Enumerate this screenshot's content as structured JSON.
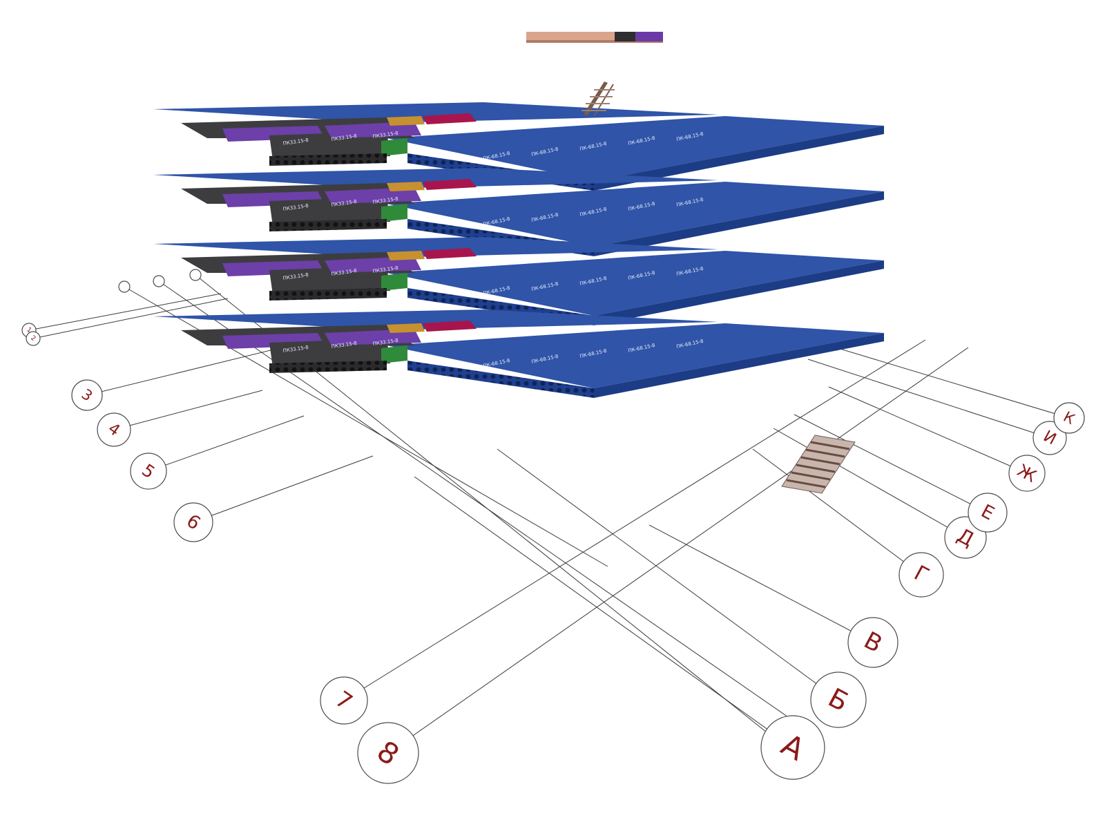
{
  "colors": {
    "hollow_core_blue": "#2f54a8",
    "hollow_core_blue_dark": "#1c3c86",
    "dark_slab": "#3d3d3f",
    "purple_slab": "#6d3fa8",
    "green_strip": "#2f8a3a",
    "orange_slab": "#c7912f",
    "magenta_slab": "#a8154c",
    "bubble_text": "#8b1a1a",
    "stair": "#b9a59a"
  },
  "grid_axes": {
    "numeric": [
      "1",
      "2",
      "3",
      "4",
      "5",
      "6",
      "7",
      "8"
    ],
    "lettered": [
      "А",
      "Б",
      "В",
      "Г",
      "Д",
      "Е",
      "Ж",
      "И",
      "К"
    ]
  },
  "slab_marks": {
    "large": "ПК-68.15-8",
    "small": "ПК33.15-8"
  },
  "floors": [
    "floor-4",
    "floor-3",
    "floor-2",
    "floor-1"
  ],
  "icons": [
    "loose-slab-icon",
    "staircase-icon",
    "stair-flight-icon"
  ]
}
